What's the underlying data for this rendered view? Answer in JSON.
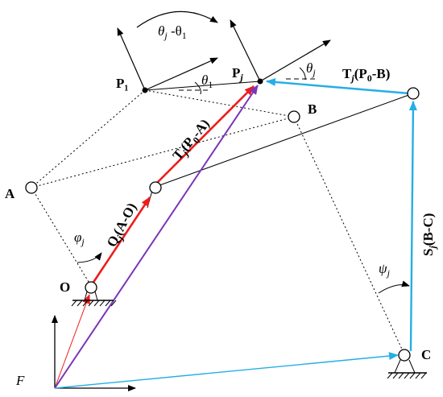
{
  "labels": {
    "P1": "P₁",
    "Pj": "P",
    "Pj_sub": "j",
    "A": "A",
    "B": "B",
    "O": "O",
    "C": "C",
    "F": "F",
    "theta1": "θ",
    "theta1_sub": "1",
    "thetaj": "θ",
    "thetaj_sub": "j",
    "theta_diff": "θ",
    "theta_diff_sub1": "j",
    "theta_diff_mid": " -θ",
    "theta_diff_sub2": "1",
    "phij": "φ",
    "phij_sub": "j",
    "psij": "ψ",
    "psij_sub": "j"
  },
  "vector_labels": {
    "tj_p0b_T": "T",
    "tj_p0b_sub": "j",
    "tj_p0b_rest": "(P",
    "tj_p0b_sub0": "0",
    "tj_p0b_end": "-B)",
    "tj_p0a_T": "T",
    "tj_p0a_sub": "j",
    "tj_p0a_rest": "(P",
    "tj_p0a_sub0": "0",
    "tj_p0a_end": "-A)",
    "qj_T": "Q",
    "qj_sub": "j",
    "qj_end": "(A-O)",
    "sj_T": "S",
    "sj_sub": "j",
    "sj_end": "(B-C)"
  },
  "colors": {
    "red": "#ee1c1c",
    "purple": "#7a35b8",
    "cyan": "#26aee6",
    "black": "#000000"
  }
}
